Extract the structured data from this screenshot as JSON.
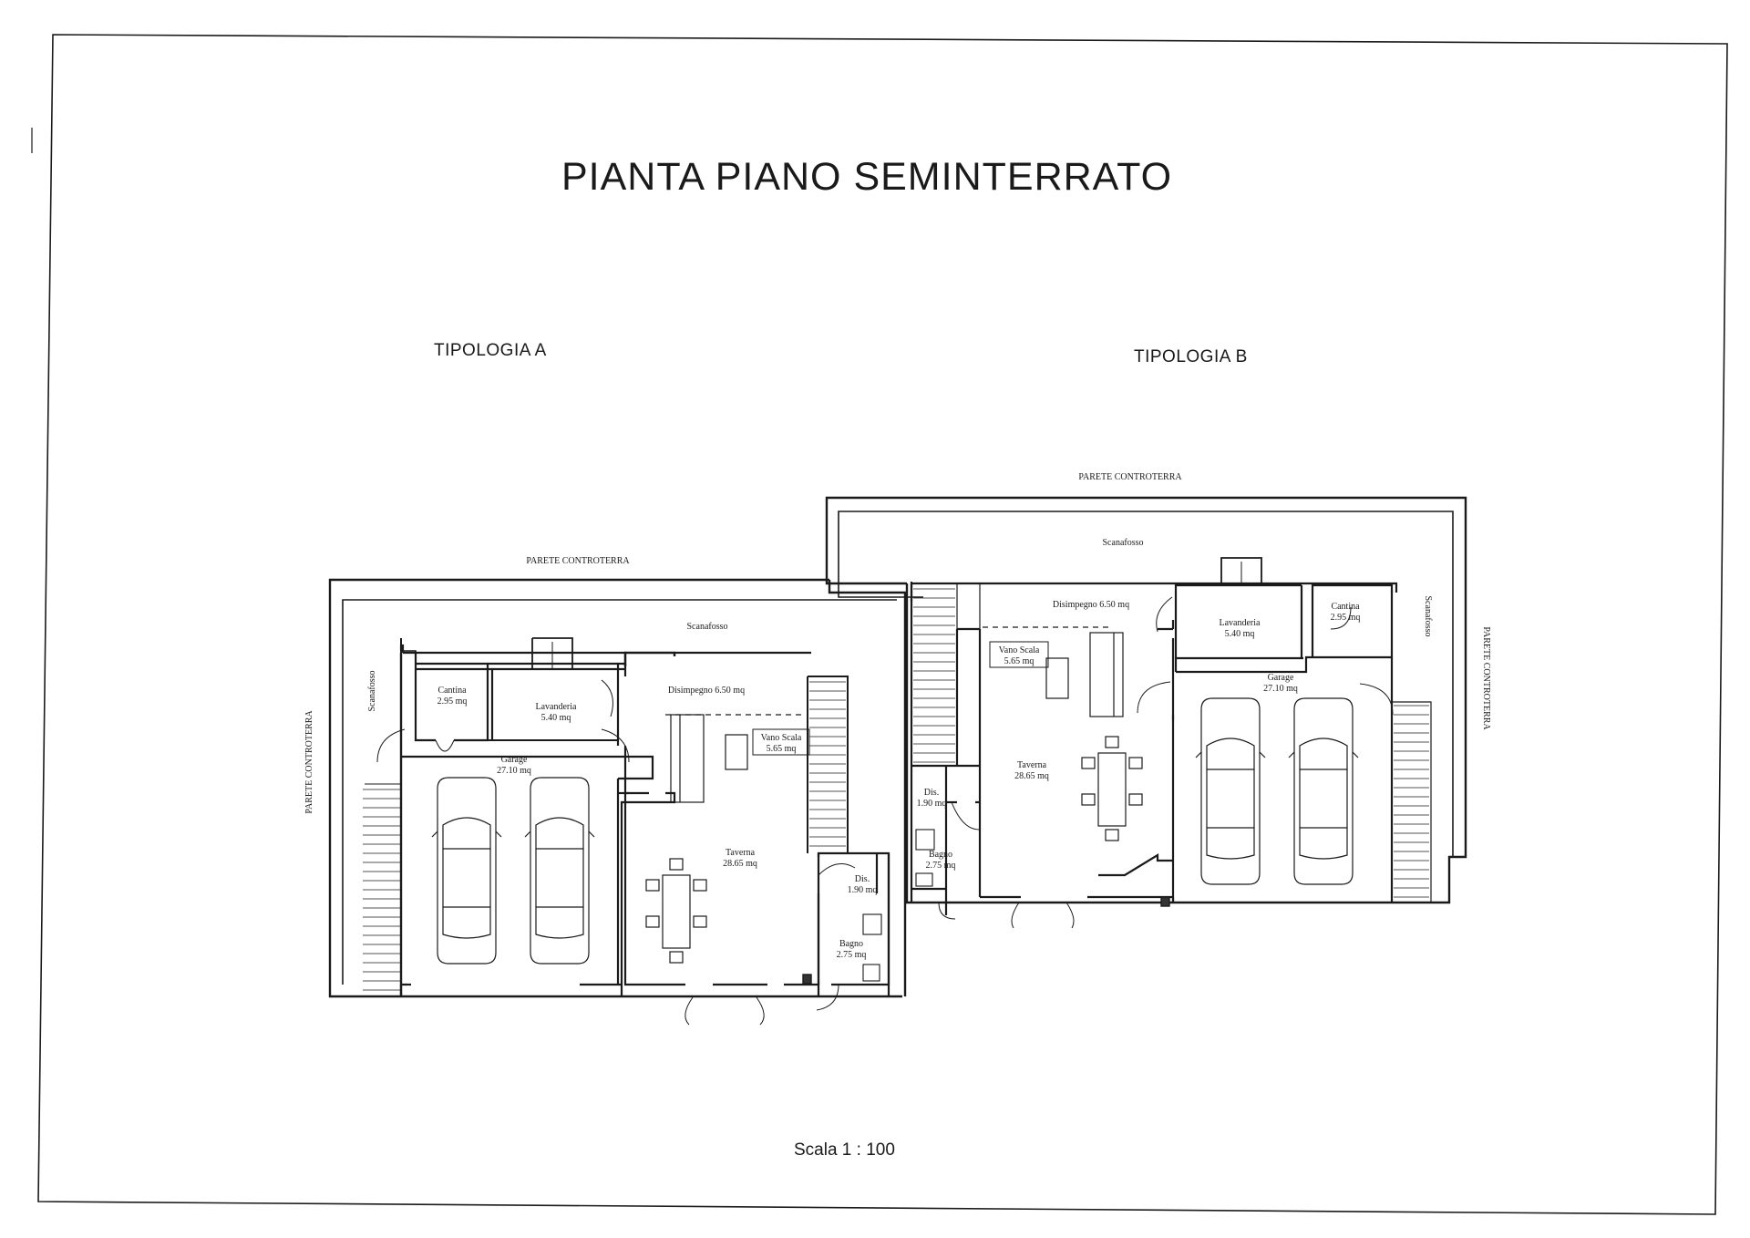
{
  "sheet": {
    "title": "PIANTA PIANO SEMINTERRATO",
    "scale_label": "Scala 1 : 100"
  },
  "type_a": {
    "label": "TIPOLOGIA  A",
    "parete_top": "PARETE CONTROTERRA",
    "parete_side": "PARETE CONTROTERRA",
    "scanafosso_top": "Scanafosso",
    "scanafosso_side": "Scanafosso",
    "rooms": {
      "cantina": [
        "Cantina",
        "2.95 mq"
      ],
      "lavanderia": [
        "Lavanderia",
        "5.40 mq"
      ],
      "disimpegno": [
        "Disimpegno 6.50 mq"
      ],
      "vano_scala": [
        "Vano Scala",
        "5.65 mq"
      ],
      "garage": [
        "Garage",
        "27.10 mq"
      ],
      "taverna": [
        "Taverna",
        "28.65 mq"
      ],
      "dis": [
        "Dis.",
        "1.90 mq"
      ],
      "bagno": [
        "Bagno",
        "2.75 mq"
      ]
    }
  },
  "type_b": {
    "label": "TIPOLOGIA  B",
    "parete_top": "PARETE CONTROTERRA",
    "parete_side": "PARETE CONTROTERRA",
    "scanafosso_top": "Scanafosso",
    "scanafosso_side": "Scanafosso",
    "rooms": {
      "cantina": [
        "Cantina",
        "2.95 mq"
      ],
      "lavanderia": [
        "Lavanderia",
        "5.40 mq"
      ],
      "disimpegno": [
        "Disimpegno 6.50 mq"
      ],
      "vano_scala": [
        "Vano Scala",
        "5.65 mq"
      ],
      "garage": [
        "Garage",
        "27.10 mq"
      ],
      "taverna": [
        "Taverna",
        "28.65 mq"
      ],
      "dis": [
        "Dis.",
        "1.90 mq"
      ],
      "bagno": [
        "Bagno",
        "2.75 mq"
      ]
    }
  }
}
